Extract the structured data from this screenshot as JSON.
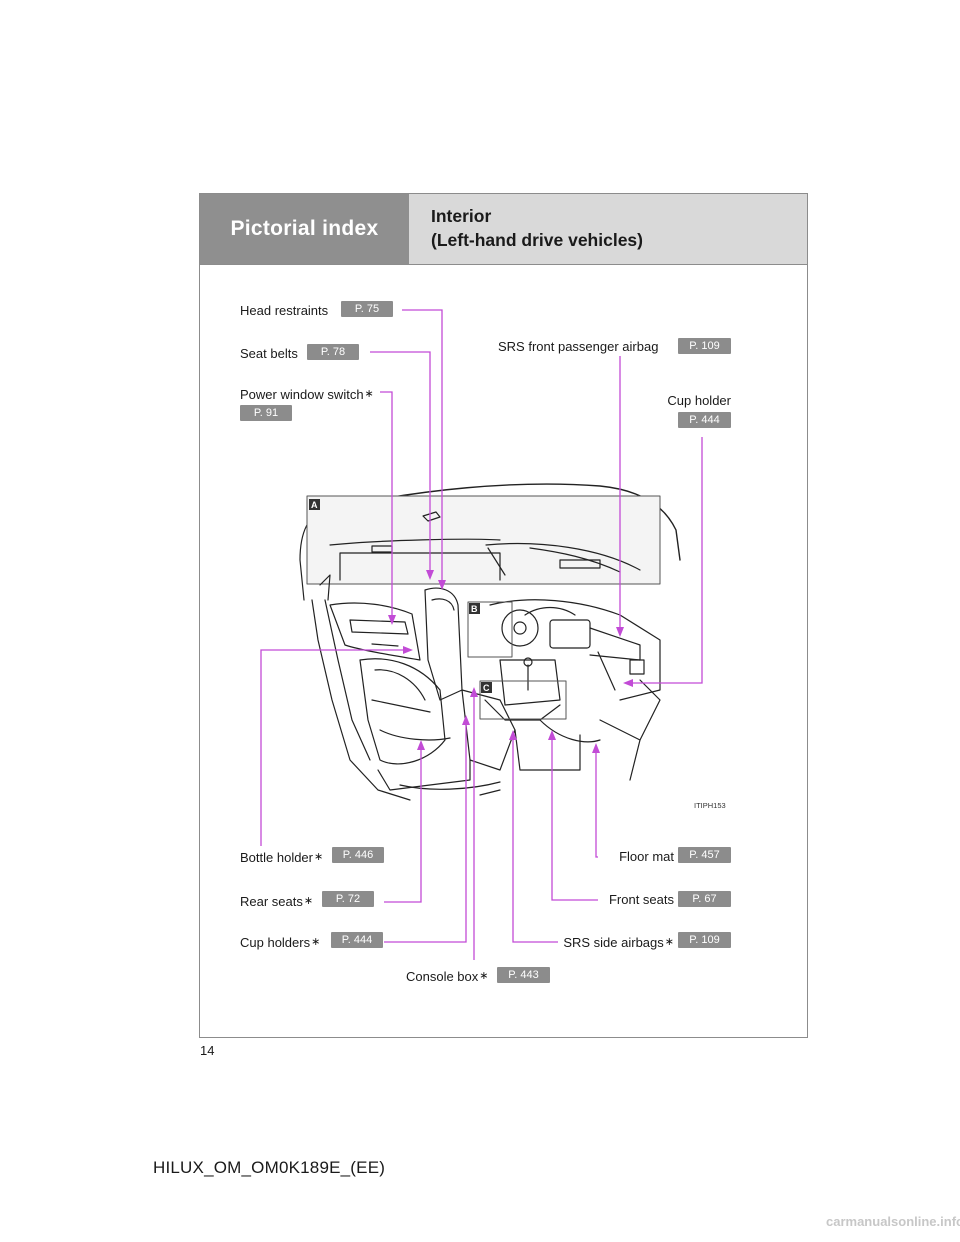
{
  "header": {
    "section": "Pictorial index",
    "title_line1": "Interior",
    "title_line2": "(Left-hand drive vehicles)"
  },
  "callouts": {
    "head_restraints": {
      "label": "Head restraints",
      "page": "P. 75"
    },
    "seat_belts": {
      "label": "Seat belts",
      "page": "P. 78"
    },
    "power_window": {
      "label": "Power window switch",
      "page": "P. 91"
    },
    "srs_front_passenger": {
      "label": "SRS front passenger airbag",
      "page": "P. 109"
    },
    "cup_holder": {
      "label": "Cup holder",
      "page": "P. 444"
    },
    "bottle_holder": {
      "label": "Bottle holder",
      "page": "P. 446"
    },
    "rear_seats": {
      "label": "Rear seats",
      "page": "P. 72"
    },
    "cup_holders": {
      "label": "Cup holders",
      "page": "P. 444"
    },
    "console_box": {
      "label": "Console box",
      "page": "P. 443"
    },
    "floor_mat": {
      "label": "Floor mat",
      "page": "P. 457"
    },
    "front_seats": {
      "label": "Front seats",
      "page": "P. 67"
    },
    "srs_side": {
      "label": "SRS side airbags",
      "page": "P. 109"
    }
  },
  "asterisk": "∗",
  "figure": {
    "markers": [
      "A",
      "B",
      "C"
    ],
    "code": "ITIPH153"
  },
  "page_number": "14",
  "footer": "HILUX_OM_OM0K189E_(EE)",
  "watermark": "carmanualsonline.info",
  "colors": {
    "leader": "#c24bd6",
    "badge": "#8c8c8c",
    "header_dark": "#8f8f8f",
    "header_light": "#d9d9d9"
  }
}
